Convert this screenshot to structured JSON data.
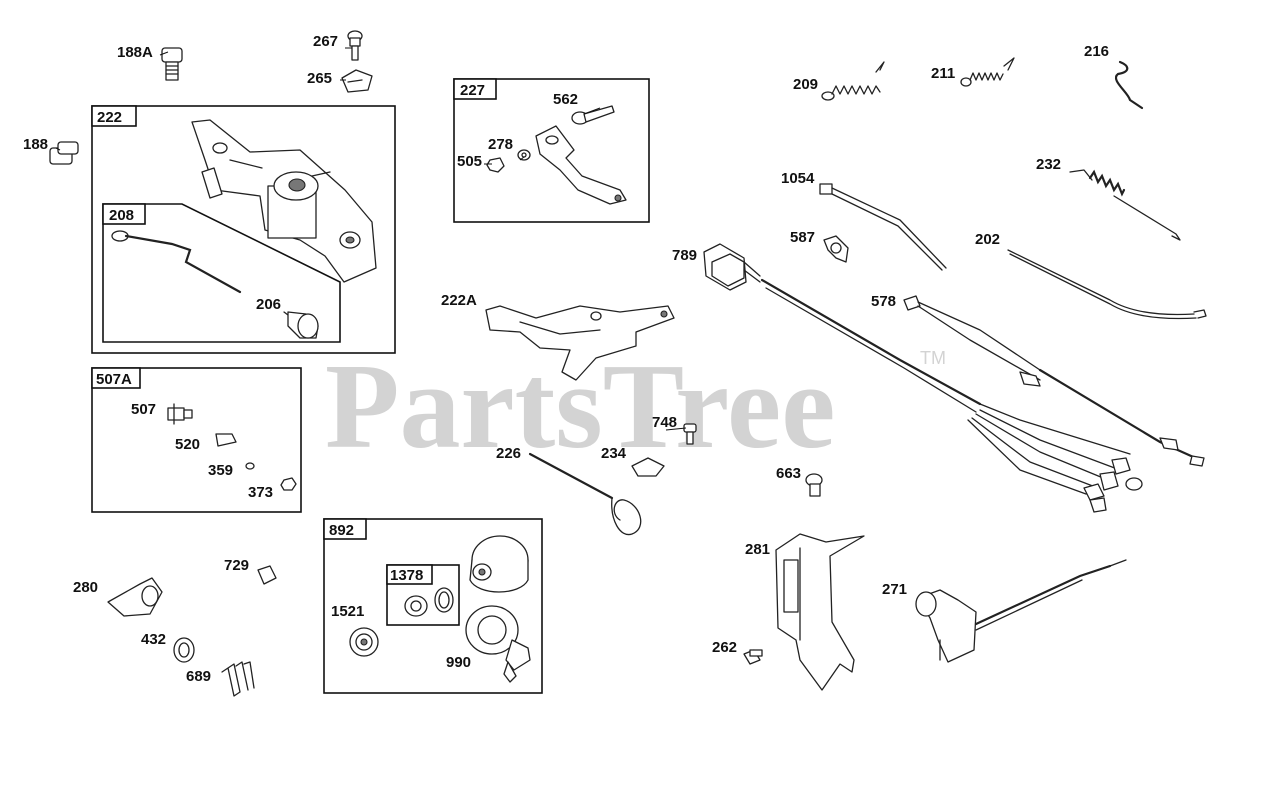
{
  "watermark": {
    "text": "PartsTree",
    "trademark": "TM"
  },
  "boxes": {
    "b222": "222",
    "b208": "208",
    "b507A": "507A",
    "b227": "227",
    "b892": "892",
    "b1378": "1378"
  },
  "labels": {
    "l188A": "188A",
    "l267": "267",
    "l265": "265",
    "l188": "188",
    "l206": "206",
    "l507": "507",
    "l520": "520",
    "l359": "359",
    "l373": "373",
    "l562": "562",
    "l278": "278",
    "l505": "505",
    "l222A": "222A",
    "l226": "226",
    "l234": "234",
    "l748": "748",
    "l729": "729",
    "l280": "280",
    "l432": "432",
    "l689": "689",
    "l1521": "1521",
    "l990": "990",
    "l209": "209",
    "l211": "211",
    "l216": "216",
    "l232": "232",
    "l1054": "1054",
    "l587": "587",
    "l789": "789",
    "l202": "202",
    "l578": "578",
    "l663": "663",
    "l281": "281",
    "l271": "271",
    "l262": "262"
  }
}
